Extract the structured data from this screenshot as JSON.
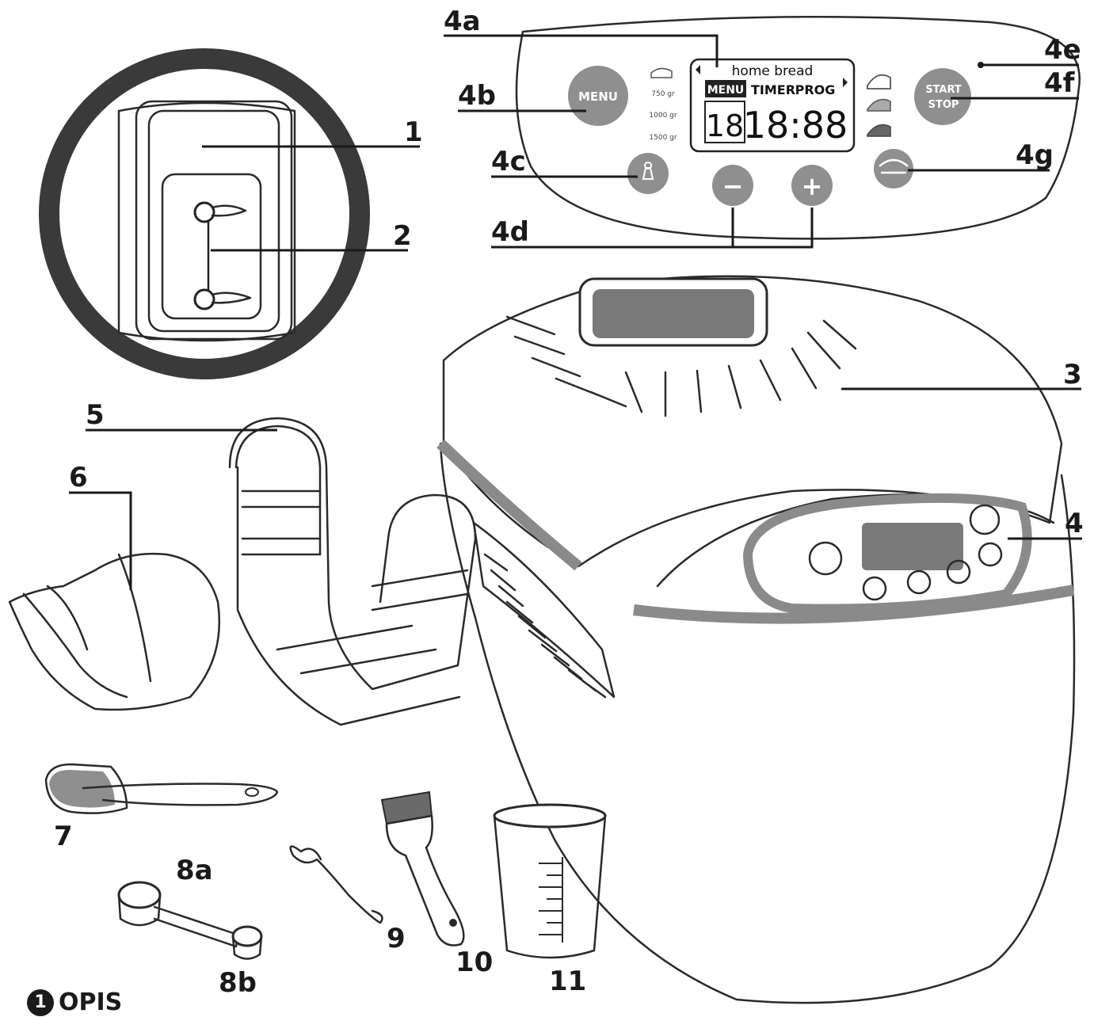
{
  "labels": {
    "l1": "1",
    "l2": "2",
    "l3": "3",
    "l4": "4",
    "l4a": "4a",
    "l4b": "4b",
    "l4c": "4c",
    "l4d": "4d",
    "l4e": "4e",
    "l4f": "4f",
    "l4g": "4g",
    "l5": "5",
    "l6": "6",
    "l7": "7",
    "l8a": "8a",
    "l8b": "8b",
    "l9": "9",
    "l10": "10",
    "l11": "11"
  },
  "panel": {
    "menu_button": "MENU",
    "start_line1": "START",
    "start_line2": "STOP",
    "lcd_title": "home bread",
    "lcd_menu": "MENU",
    "lcd_timer": "TIMER",
    "lcd_prog": "PROG",
    "lcd_small_digits": "18",
    "lcd_big_digits": "18:88",
    "weight_750": "750 gr",
    "weight_1000": "1000 gr",
    "weight_1500": "1500 gr",
    "minus": "−",
    "plus": "+"
  },
  "section": {
    "number": "1",
    "title": "OPIS"
  },
  "colors": {
    "button_gray": "#8f8f8f",
    "accent_gray": "#8a8a8a",
    "ring_dark": "#3a3a3a"
  }
}
